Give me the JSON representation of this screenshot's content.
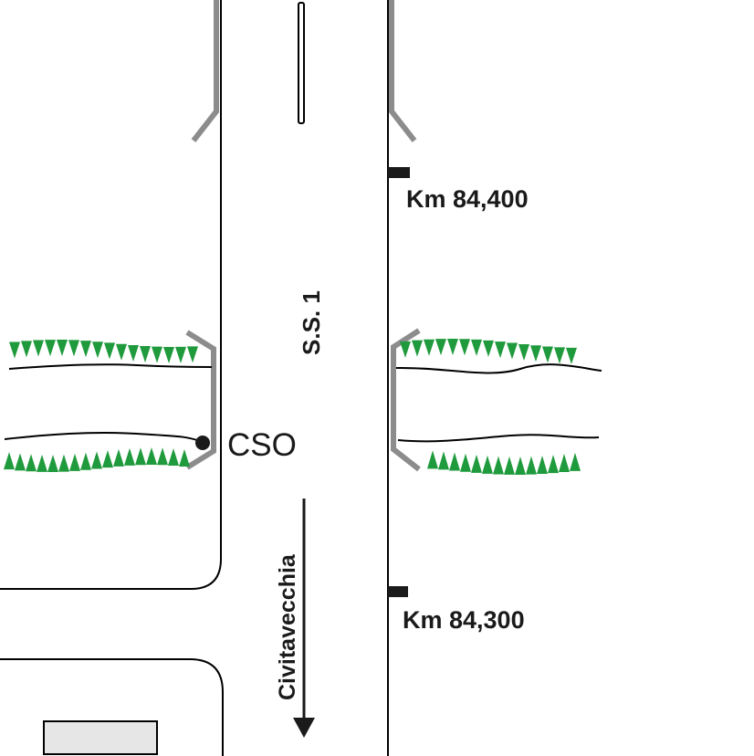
{
  "diagram": {
    "road_name": "S.S. 1",
    "direction_label": "Civitavecchia",
    "feature_label": "CSO",
    "markers": [
      {
        "label": "Km 84,400"
      },
      {
        "label": "Km 84,300"
      }
    ],
    "colors": {
      "road_edge": "#000000",
      "guardrail": "#8c8c8c",
      "vegetation": "#1f9a3c",
      "building": "#e6e6e6"
    },
    "icons": {
      "marker": "rectangle-marker-icon",
      "outfall": "dot-icon",
      "direction": "arrow-down-icon"
    }
  }
}
